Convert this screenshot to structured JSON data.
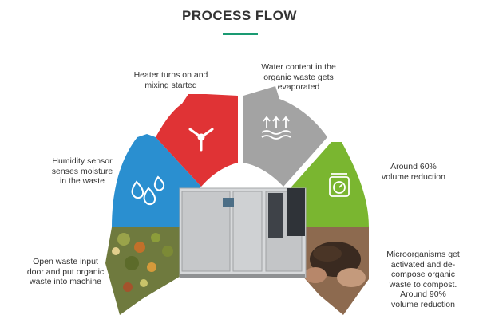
{
  "title": "PROCESS FLOW",
  "steps": [
    {
      "lines": [
        "Open waste input",
        "door and put organic",
        "waste into machine"
      ]
    },
    {
      "lines": [
        "Humidity sensor",
        "senses moisture",
        "in the waste"
      ],
      "color": "#2a8fd0"
    },
    {
      "lines": [
        "Heater turns on and",
        "mixing started"
      ],
      "color": "#e03335"
    },
    {
      "lines": [
        "Water content in the",
        "organic waste gets",
        "evaporated"
      ],
      "color": "#a3a3a3"
    },
    {
      "lines": [
        "Around 60%",
        "volume reduction"
      ],
      "color": "#7ab630"
    },
    {
      "lines": [
        "Microorganisms get",
        "activated and de-",
        "compose organic",
        "waste to compost.",
        "Around 90%",
        "volume reduction"
      ]
    }
  ],
  "icons": {
    "blue": "water-drops-icon",
    "red": "fan-icon",
    "gray": "evaporation-icon",
    "green": "weighing-scale-icon"
  },
  "accent": "#1a9a72"
}
